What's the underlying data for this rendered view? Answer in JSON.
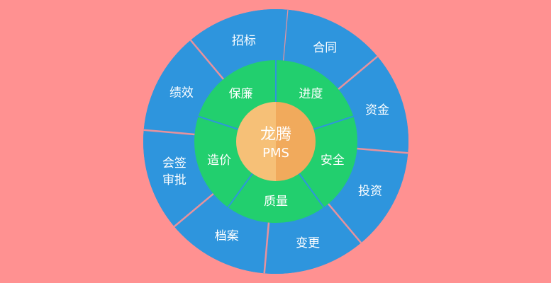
{
  "center": {
    "line1": "龙腾",
    "line2": "PMS"
  },
  "inner_ring": [
    {
      "label": "进度"
    },
    {
      "label": "安全"
    },
    {
      "label": "质量"
    },
    {
      "label": "造价"
    },
    {
      "label": "保廉"
    }
  ],
  "outer_ring": [
    {
      "label": "合同"
    },
    {
      "label": "资金"
    },
    {
      "label": "投资"
    },
    {
      "label": "变更"
    },
    {
      "label": "档案"
    },
    {
      "label": "会签审批"
    },
    {
      "label": "绩效"
    },
    {
      "label": "招标"
    }
  ],
  "colors": {
    "background": "#ff9191",
    "outer": "#2e95dd",
    "outer_divider": "#e8929c",
    "inner": "#22cf6e",
    "inner_divider": "#2e95dd",
    "center_left": "#f6c077",
    "center_right": "#f1aa5c"
  }
}
